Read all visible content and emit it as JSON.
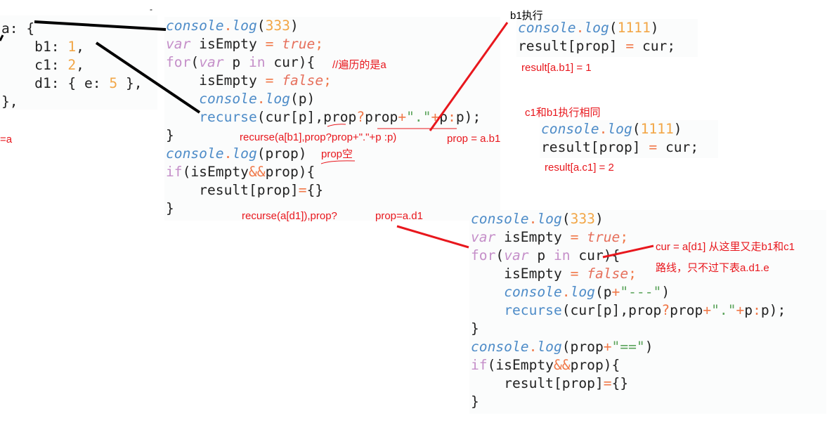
{
  "blocks": {
    "obj": [
      [
        [
          "a",
          ""
        ],
        [
          ": {",
          ""
        ]
      ],
      [
        [
          "    b1: ",
          ""
        ],
        [
          "1",
          "num"
        ],
        [
          ",",
          ""
        ]
      ],
      [
        [
          "    c1: ",
          ""
        ],
        [
          "2",
          "num"
        ],
        [
          ",",
          ""
        ]
      ],
      [
        [
          "    d1: { e: ",
          ""
        ],
        [
          "5",
          "num"
        ],
        [
          " },",
          ""
        ]
      ],
      [
        [
          "},",
          ""
        ]
      ]
    ],
    "main": [
      [
        [
          "console",
          "fn"
        ],
        [
          ".",
          "op"
        ],
        [
          "log",
          "fn"
        ],
        [
          "(",
          ""
        ],
        [
          "333",
          "num"
        ],
        [
          ")",
          ""
        ]
      ],
      [
        [
          "var",
          "kwi"
        ],
        [
          " isEmpty ",
          ""
        ],
        [
          "=",
          "op"
        ],
        [
          " ",
          ""
        ],
        [
          "true",
          "bool"
        ],
        [
          ";",
          "op"
        ]
      ],
      [
        [
          "for",
          "kw"
        ],
        [
          "(",
          ""
        ],
        [
          "var",
          "kwi"
        ],
        [
          " p ",
          ""
        ],
        [
          "in",
          "kw"
        ],
        [
          " cur){",
          ""
        ]
      ],
      [
        [
          "    isEmpty ",
          ""
        ],
        [
          "=",
          "op"
        ],
        [
          " ",
          ""
        ],
        [
          "false",
          "bool"
        ],
        [
          ";",
          "op"
        ]
      ],
      [
        [
          "    ",
          ""
        ],
        [
          "console",
          "fn"
        ],
        [
          ".",
          "op"
        ],
        [
          "log",
          "fn"
        ],
        [
          "(p)",
          ""
        ]
      ],
      [
        [
          "    ",
          ""
        ],
        [
          "recurse",
          "id"
        ],
        [
          "(cur[p],prop",
          ""
        ],
        [
          "?",
          "op"
        ],
        [
          "prop",
          ""
        ],
        [
          "+",
          "op"
        ],
        [
          "\".\"",
          "str"
        ],
        [
          "+",
          "op"
        ],
        [
          "p",
          ""
        ],
        [
          ":",
          "op"
        ],
        [
          "p);",
          ""
        ]
      ],
      [
        [
          "}",
          ""
        ]
      ],
      [
        [
          "console",
          "fn"
        ],
        [
          ".",
          "op"
        ],
        [
          "log",
          "fn"
        ],
        [
          "(prop)",
          ""
        ]
      ],
      [
        [
          "if",
          "kw"
        ],
        [
          "(isEmpty",
          ""
        ],
        [
          "&&",
          "op"
        ],
        [
          "prop){",
          ""
        ]
      ],
      [
        [
          "    result[prop]",
          ""
        ],
        [
          "=",
          "op"
        ],
        [
          "{}",
          ""
        ]
      ],
      [
        [
          "}",
          ""
        ]
      ]
    ],
    "b1": [
      [
        [
          "console",
          "fn"
        ],
        [
          ".",
          "op"
        ],
        [
          "log",
          "fn"
        ],
        [
          "(",
          ""
        ],
        [
          "1111",
          "num"
        ],
        [
          ")",
          ""
        ]
      ],
      [
        [
          "result[prop] ",
          ""
        ],
        [
          "=",
          "op"
        ],
        [
          " cur;",
          ""
        ]
      ]
    ],
    "c1": [
      [
        [
          "console",
          "fn"
        ],
        [
          ".",
          "op"
        ],
        [
          "log",
          "fn"
        ],
        [
          "(",
          ""
        ],
        [
          "1111",
          "num"
        ],
        [
          ")",
          ""
        ]
      ],
      [
        [
          "result[prop] ",
          ""
        ],
        [
          "=",
          "op"
        ],
        [
          " cur;",
          ""
        ]
      ]
    ],
    "d1": [
      [
        [
          "console",
          "fn"
        ],
        [
          ".",
          "op"
        ],
        [
          "log",
          "fn"
        ],
        [
          "(",
          ""
        ],
        [
          "333",
          "num"
        ],
        [
          ")",
          ""
        ]
      ],
      [
        [
          "var",
          "kwi"
        ],
        [
          " isEmpty ",
          ""
        ],
        [
          "=",
          "op"
        ],
        [
          " ",
          ""
        ],
        [
          "true",
          "bool"
        ],
        [
          ";",
          "op"
        ]
      ],
      [
        [
          "for",
          "kw"
        ],
        [
          "(",
          ""
        ],
        [
          "var",
          "kwi"
        ],
        [
          " p ",
          ""
        ],
        [
          "in",
          "kw"
        ],
        [
          " cur){",
          ""
        ]
      ],
      [
        [
          "    isEmpty ",
          ""
        ],
        [
          "=",
          "op"
        ],
        [
          " ",
          ""
        ],
        [
          "false",
          "bool"
        ],
        [
          ";",
          "op"
        ]
      ],
      [
        [
          "    ",
          ""
        ],
        [
          "console",
          "fn"
        ],
        [
          ".",
          "op"
        ],
        [
          "log",
          "fn"
        ],
        [
          "(p",
          ""
        ],
        [
          "+",
          "op"
        ],
        [
          "\"---\"",
          "str"
        ],
        [
          ")",
          ""
        ]
      ],
      [
        [
          "    ",
          ""
        ],
        [
          "recurse",
          "id"
        ],
        [
          "(cur[p],prop",
          ""
        ],
        [
          "?",
          "op"
        ],
        [
          "prop",
          ""
        ],
        [
          "+",
          "op"
        ],
        [
          "\".\"",
          "str"
        ],
        [
          "+",
          "op"
        ],
        [
          "p",
          ""
        ],
        [
          ":",
          "op"
        ],
        [
          "p);",
          ""
        ]
      ],
      [
        [
          "}",
          ""
        ]
      ],
      [
        [
          "console",
          "fn"
        ],
        [
          ".",
          "op"
        ],
        [
          "log",
          "fn"
        ],
        [
          "(prop",
          ""
        ],
        [
          "+",
          "op"
        ],
        [
          "\"==\"",
          "str"
        ],
        [
          ")",
          ""
        ]
      ],
      [
        [
          "if",
          "kw"
        ],
        [
          "(isEmpty",
          ""
        ],
        [
          "&&",
          "op"
        ],
        [
          "prop){",
          ""
        ]
      ],
      [
        [
          "    result[prop]",
          ""
        ],
        [
          "=",
          "op"
        ],
        [
          "{}",
          ""
        ]
      ],
      [
        [
          "}",
          ""
        ]
      ]
    ]
  },
  "annotations": {
    "traverse_a": "//遍历的是a",
    "eq_a": "=a",
    "recurse_b1": "recurse(a[b1],prop?prop+\".\"+p :p)",
    "prop_ab1": "prop = a.b1",
    "prop_empty": "prop空",
    "recurse_d1": "recurse(a[d1]),prop?",
    "prop_ad1": "prop=a.d1",
    "b1_exec": "b1执行",
    "result_ab1": "result[a.b1] = 1",
    "c1_same": "c1和b1执行相同",
    "result_ac1": "result[a.c1] = 2",
    "cur_ad1_1": "cur = a[d1] 从这里又走b1和c1",
    "cur_ad1_2": "路线，只不过下表a.d1.e",
    "dash": "-"
  },
  "colors": {
    "annotation": "#e8171d",
    "arrow_black": "#000000"
  }
}
